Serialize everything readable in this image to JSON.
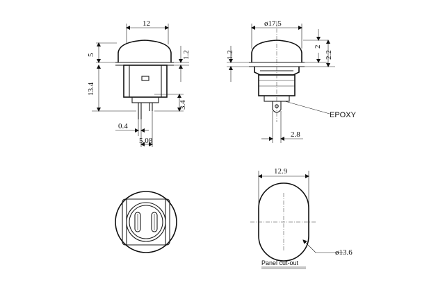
{
  "front_view": {
    "width": "12",
    "cap_height": "5",
    "cap_step": "1.2",
    "body_height": "13.4",
    "pin_length": "3.4",
    "pin_thickness": "0.4",
    "pin_pitch": "5.08"
  },
  "side_view": {
    "diameter": "ø17.5",
    "dim_2": "2",
    "dim_2_2": "2.2",
    "dim_1_2": "1.2",
    "pin_width": "2.8",
    "epoxy_label": "EPOXY"
  },
  "panel_cutout": {
    "width": "12.9",
    "diameter": "ø13.6",
    "label": "Panel cut-out"
  }
}
